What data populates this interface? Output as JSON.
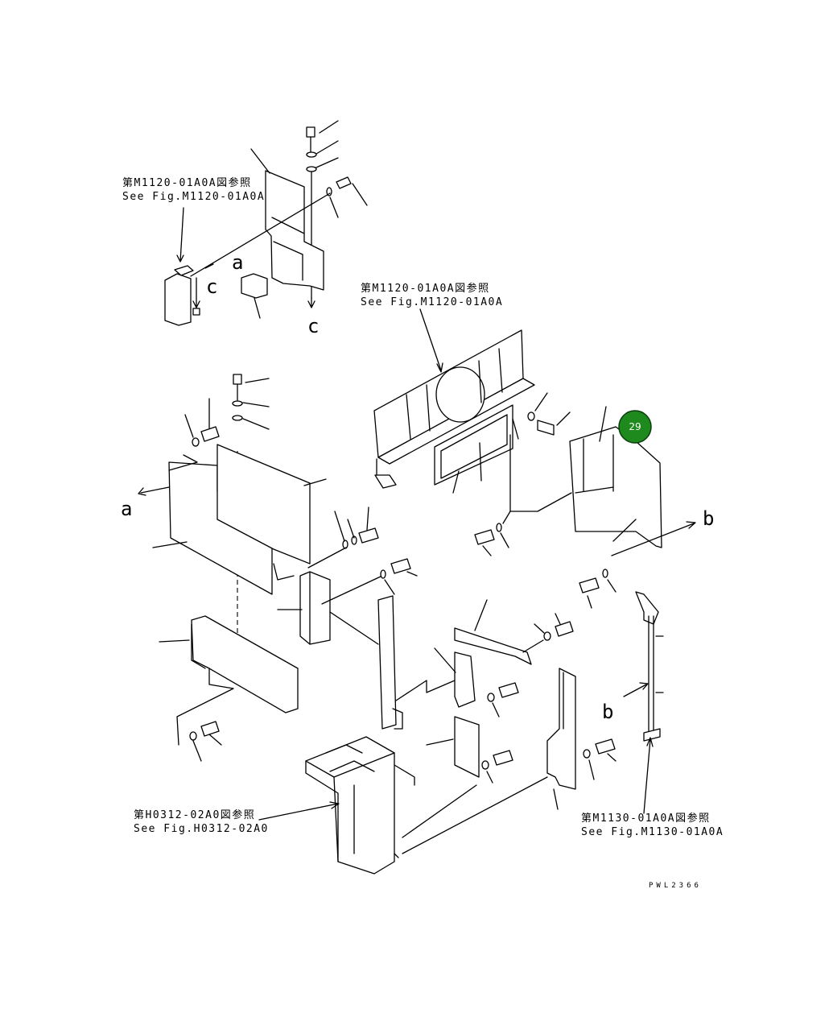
{
  "references": {
    "ref1": {
      "jp": "第M1120-01A0A図参照",
      "en": "See Fig.M1120-01A0A"
    },
    "ref2": {
      "jp": "第M1120-01A0A図参照",
      "en": "See Fig.M1120-01A0A"
    },
    "ref3": {
      "jp": "第H0312-02A0図参照",
      "en": "See Fig.H0312-02A0"
    },
    "ref4": {
      "jp": "第M1130-01A0A図参照",
      "en": "See Fig.M1130-01A0A"
    }
  },
  "letters": {
    "a_top": "a",
    "c_top": "c",
    "c_mid": "c",
    "a_left": "a",
    "b_right": "b",
    "b_lower": "b"
  },
  "callout": {
    "number": "29",
    "color": "#1e8a1e"
  },
  "drawing_code": "PWL2366"
}
